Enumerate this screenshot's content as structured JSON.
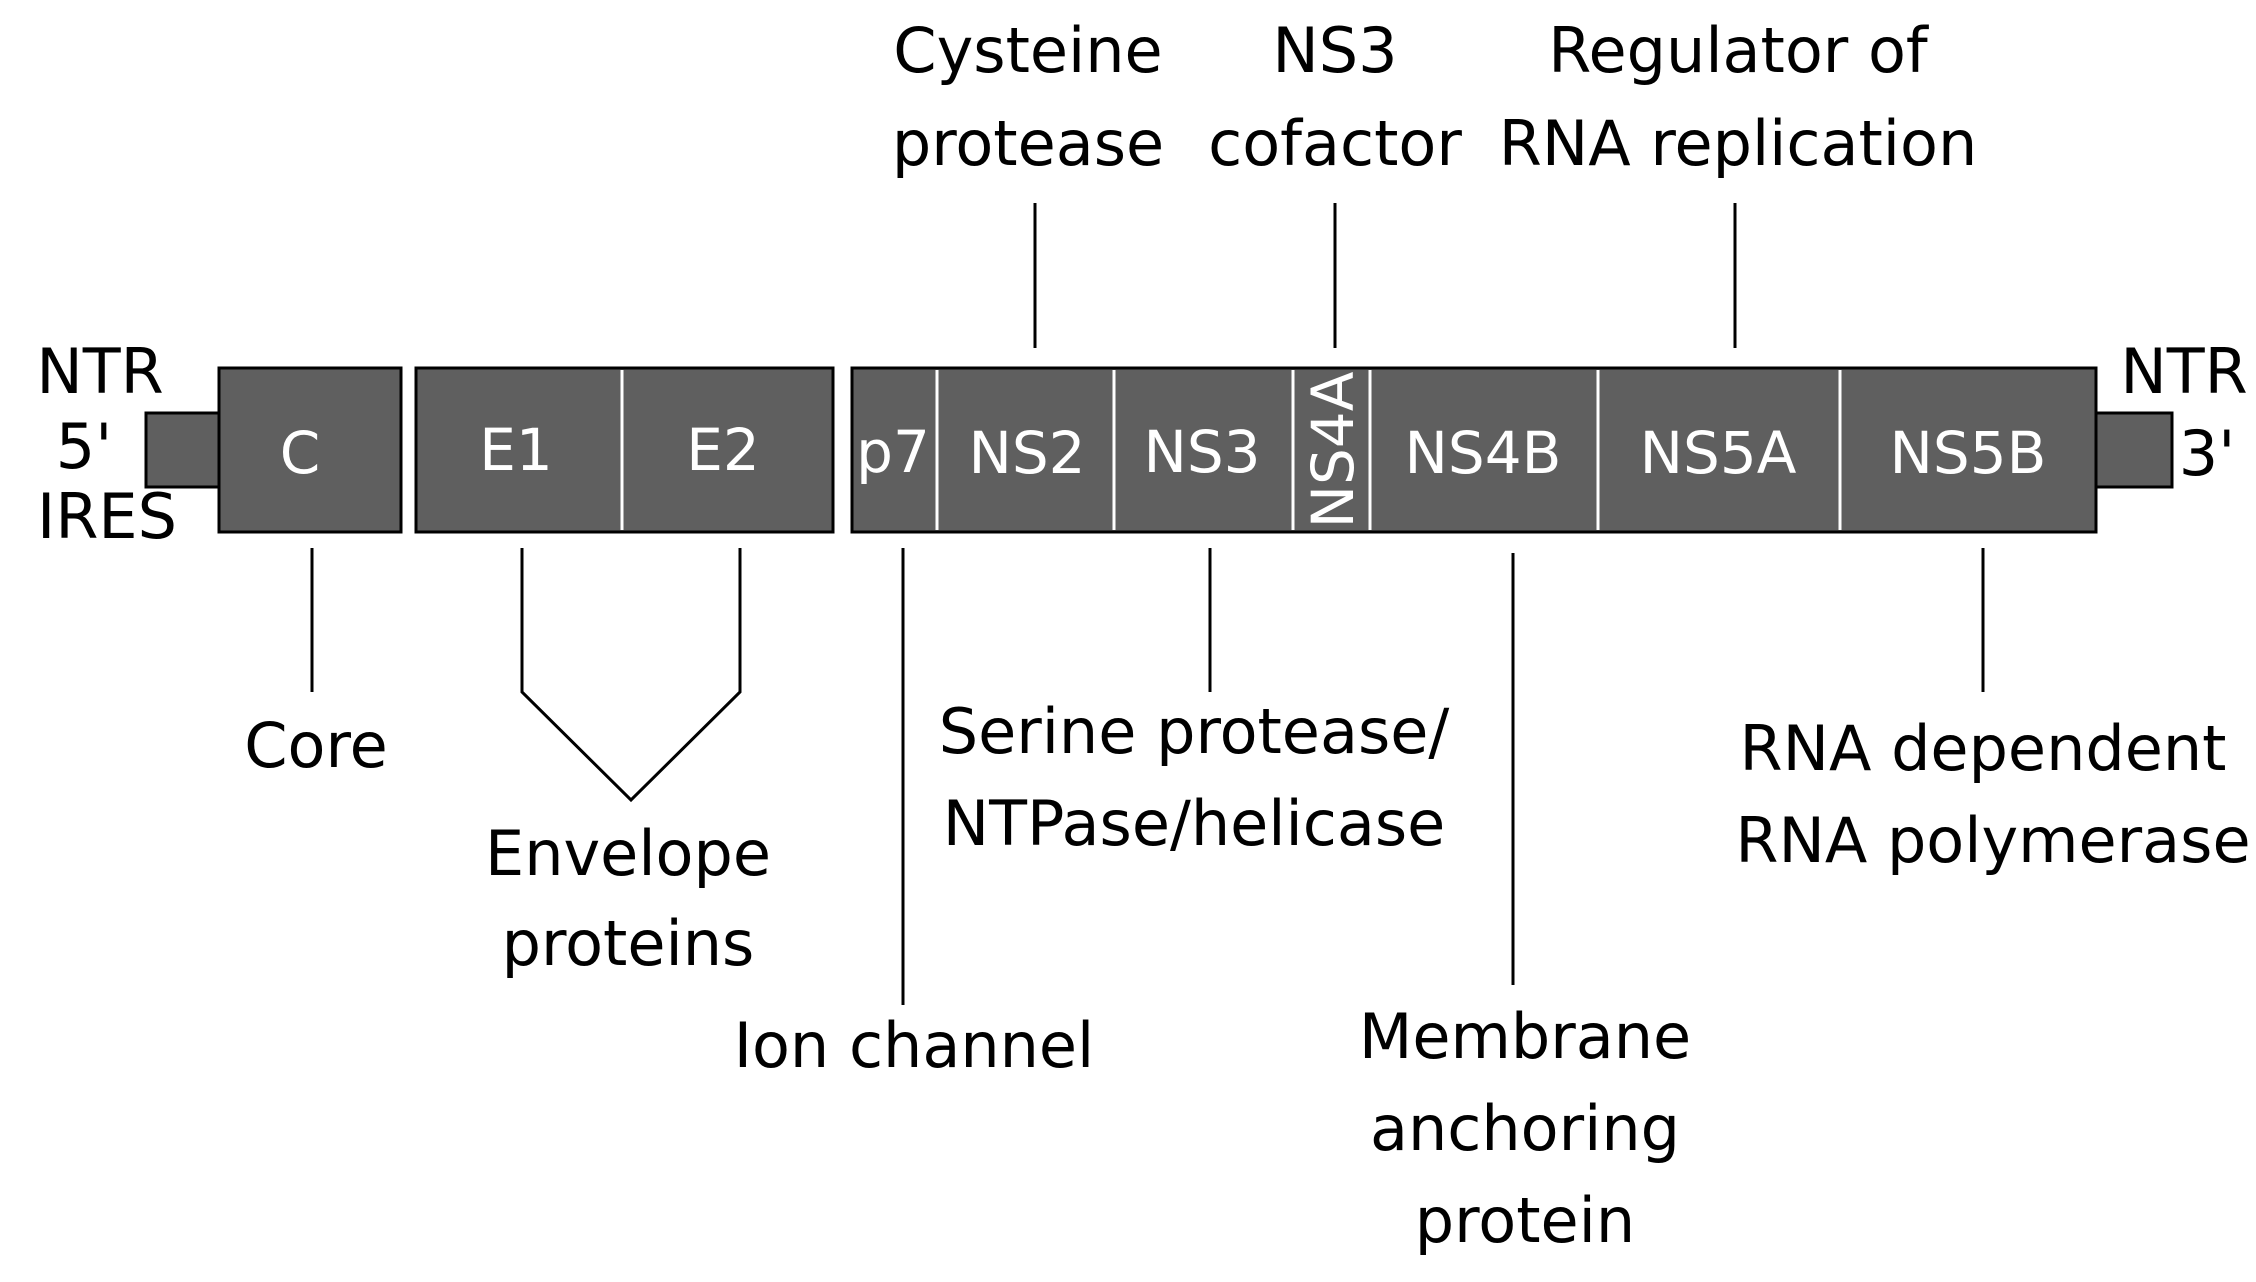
{
  "colors": {
    "segment_fill": "#5f5f5f",
    "segment_text": "#ffffff",
    "label_text": "#000000",
    "background": "#ffffff"
  },
  "ends": {
    "five_prime": {
      "line1": "NTR",
      "line2": "5'",
      "line3": "IRES"
    },
    "three_prime": {
      "line1": "NTR",
      "line2": "3'"
    }
  },
  "segments": {
    "c": "C",
    "e1": "E1",
    "e2": "E2",
    "p7": "p7",
    "ns2": "NS2",
    "ns3": "NS3",
    "ns4a": "NS4A",
    "ns4b": "NS4B",
    "ns5a": "NS5A",
    "ns5b": "NS5B"
  },
  "functions": {
    "ns2": {
      "line1": "Cysteine",
      "line2": "protease"
    },
    "ns4a": {
      "line1": "NS3",
      "line2": "cofactor"
    },
    "ns5a": {
      "line1": "Regulator of",
      "line2": "RNA replication"
    },
    "core": "Core",
    "envelope": {
      "line1": "Envelope",
      "line2": "proteins"
    },
    "p7": "Ion channel",
    "ns3": {
      "line1": "Serine protease/",
      "line2": "NTPase/helicase"
    },
    "ns4b": {
      "line1": "Membrane",
      "line2": "anchoring",
      "line3": "protein"
    },
    "ns5b": {
      "line1": "RNA dependent",
      "line2": "RNA polymerase"
    }
  }
}
